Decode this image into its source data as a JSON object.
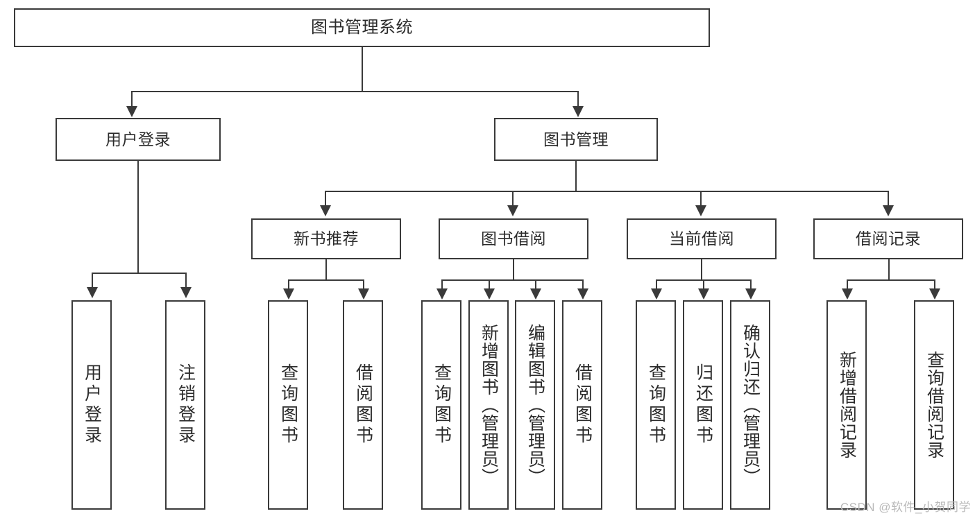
{
  "diagram": {
    "title": "图书管理系统",
    "type": "tree-hierarchy-chart",
    "watermark": "CSDN @软件_小贺同学",
    "colors": {
      "stroke": "#3a3a3a",
      "text": "#2b2b2b",
      "background": "#ffffff",
      "watermark": "#b9b9b9"
    },
    "root": {
      "label": "图书管理系统"
    },
    "level2": [
      {
        "id": "user-login",
        "label": "用户登录"
      },
      {
        "id": "book-management",
        "label": "图书管理"
      }
    ],
    "level3": [
      {
        "id": "new-book-recommend",
        "label": "新书推荐"
      },
      {
        "id": "book-borrow",
        "label": "图书借阅"
      },
      {
        "id": "current-borrow",
        "label": "当前借阅"
      },
      {
        "id": "borrow-record",
        "label": "借阅记录"
      }
    ],
    "leaves": {
      "user-login": [
        {
          "id": "leaf-user-login",
          "label": "用户登录"
        },
        {
          "id": "leaf-logout-login",
          "label": "注销登录"
        }
      ],
      "new-book-recommend": [
        {
          "id": "leaf-query-book-1",
          "label": "查询图书"
        },
        {
          "id": "leaf-borrow-book-1",
          "label": "借阅图书"
        }
      ],
      "book-borrow": [
        {
          "id": "leaf-query-book-2",
          "label": "查询图书"
        },
        {
          "id": "leaf-add-book-admin",
          "label": "新增图书（管理员）"
        },
        {
          "id": "leaf-edit-book-admin",
          "label": "编辑图书（管理员）"
        },
        {
          "id": "leaf-borrow-book-2",
          "label": "借阅图书"
        }
      ],
      "current-borrow": [
        {
          "id": "leaf-query-book-3",
          "label": "查询图书"
        },
        {
          "id": "leaf-return-book",
          "label": "归还图书"
        },
        {
          "id": "leaf-confirm-return-admin",
          "label": "确认归还（管理员）"
        }
      ],
      "borrow-record": [
        {
          "id": "leaf-add-borrow-record",
          "label": "新增借阅记录"
        },
        {
          "id": "leaf-query-borrow-record",
          "label": "查询借阅记录"
        }
      ]
    }
  }
}
